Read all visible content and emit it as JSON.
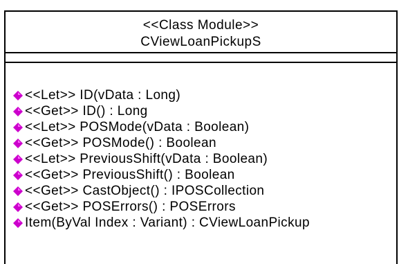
{
  "class": {
    "stereotype": "<<Class Module>>",
    "name": "CViewLoanPickupS"
  },
  "operations": [
    "<<Let>> ID(vData : Long)",
    "<<Get>> ID() : Long",
    "<<Let>> POSMode(vData : Boolean)",
    "<<Get>> POSMode() : Boolean",
    "<<Let>> PreviousShift(vData : Boolean)",
    "<<Get>> PreviousShift() : Boolean",
    "<<Get>> CastObject() : IPOSCollection",
    "<<Get>> POSErrors() : POSErrors",
    "Item(ByVal Index : Variant) : CViewLoanPickup"
  ],
  "colors": {
    "icon_fill": "#cc00cc",
    "icon_highlight": "#ff66ff",
    "strip": "#33ee33",
    "border": "#000000"
  },
  "icons": {
    "operation": "method-diamond-icon"
  }
}
